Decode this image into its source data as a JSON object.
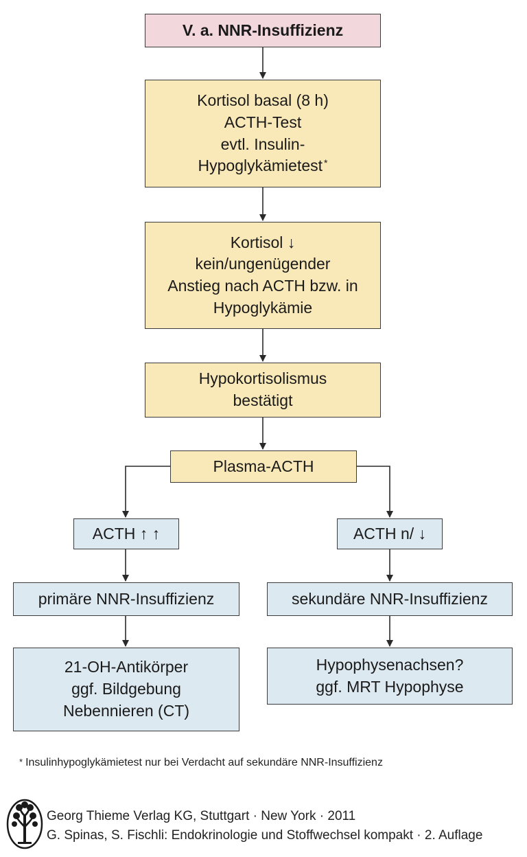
{
  "nodes": {
    "start": "V. a. NNR-Insuffizienz",
    "tests": [
      "Kortisol basal (8 h)",
      "ACTH-Test",
      "evtl. Insulin-",
      "Hypoglykämietest"
    ],
    "tests_mark": "*",
    "result": [
      "Kortisol ↓",
      "kein/ungenügender",
      "Anstieg nach ACTH bzw. in",
      "Hypoglykämie"
    ],
    "confirmed": [
      "Hypokortisolismus",
      "bestätigt"
    ],
    "plasma": "Plasma-ACTH",
    "acth_high": "ACTH ↑ ↑",
    "acth_low": "ACTH n/ ↓",
    "primary": "primäre NNR-Insuffizienz",
    "secondary": "sekundäre NNR-Insuffizienz",
    "primary_next": [
      "21-OH-Antikörper",
      "ggf. Bildgebung",
      "Nebennieren (CT)"
    ],
    "secondary_next": [
      "Hypophysenachsen?",
      "ggf. MRT Hypophyse"
    ]
  },
  "footnote": {
    "mark": "*",
    "text": "Insulinhypoglykämietest nur bei Verdacht auf sekundäre NNR-Insuffizienz"
  },
  "credits": {
    "line1": "Georg Thieme Verlag KG, Stuttgart · New York · 2011",
    "line2": "G. Spinas, S. Fischli: Endokrinologie und Stoffwechsel kompakt · 2. Auflage"
  },
  "colors": {
    "start_fill": "#f2d8dc",
    "process_fill": "#f9e9b8",
    "outcome_fill": "#dde9f1",
    "line": "#3a3a3a"
  },
  "icons": {
    "publisher_logo": "thieme-tree-logo"
  }
}
